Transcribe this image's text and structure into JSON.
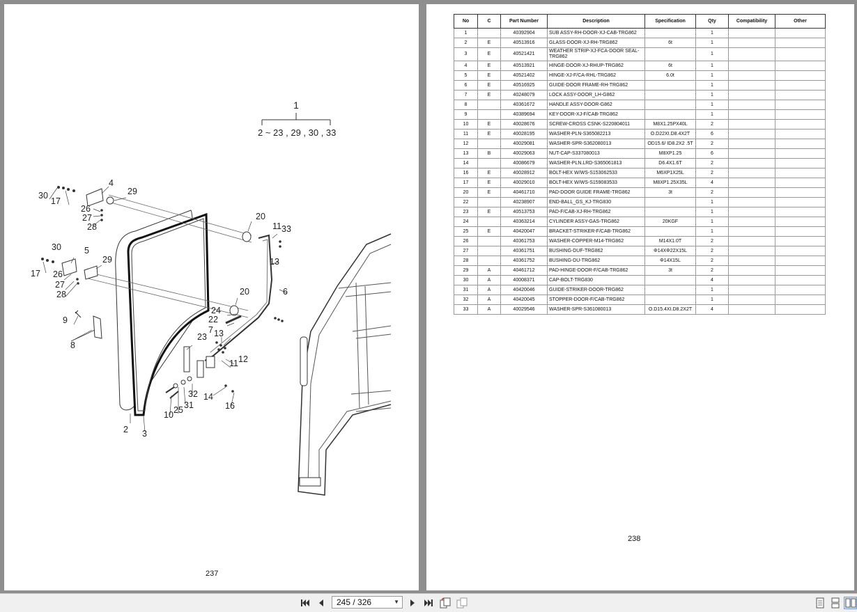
{
  "left_page": {
    "page_number": "237",
    "diagram": {
      "assembly_label": "1",
      "range_label": "2  ~ 23 , 29 , 30 , 33",
      "callouts": {
        "c30a": "30",
        "c17a": "17",
        "c4": "4",
        "c29a": "29",
        "c26a": "26",
        "c27a": "27",
        "c28a": "28",
        "c30b": "30",
        "c5": "5",
        "c29b": "29",
        "c17b": "17",
        "c26b": "26",
        "c27b": "27",
        "c28b": "28",
        "c9": "9",
        "c8": "8",
        "c20a": "20",
        "c11a": "11",
        "c33": "33",
        "c13a": "13",
        "c6": "6",
        "c20b": "20",
        "c24": "24",
        "c22": "22",
        "c7": "7",
        "c13b": "13",
        "c23": "23",
        "c11b": "11",
        "c12": "12",
        "c32": "32",
        "c31": "31",
        "c25": "25",
        "c10": "10",
        "c14": "14",
        "c16": "16",
        "c2": "2",
        "c3": "3"
      }
    }
  },
  "right_page": {
    "page_number": "238",
    "table": {
      "headers": [
        "No",
        "C",
        "Part Number",
        "Description",
        "Specification",
        "Qty",
        "Compatibility",
        "Other"
      ],
      "rows": [
        [
          "1",
          "",
          "40392904",
          "SUB ASSY-RH-DOOR-XJ-CAB-TRG862",
          "",
          "1",
          "",
          ""
        ],
        [
          "2",
          "E",
          "40513916",
          "GLASS-DOOR-XJ-RH-TRG862",
          "6t",
          "1",
          "",
          ""
        ],
        [
          "3",
          "E",
          "40521421",
          "WEATHER STRIP-XJ-FCA-DOOR SEAL-TRG862",
          "",
          "1",
          "",
          ""
        ],
        [
          "4",
          "E",
          "40513921",
          "HINGE-DOOR-XJ-RHUP-TRG862",
          "6t",
          "1",
          "",
          ""
        ],
        [
          "5",
          "E",
          "40521402",
          "HINGE-XJ-F/CA-RHL-TRG862",
          "6.0t",
          "1",
          "",
          ""
        ],
        [
          "6",
          "E",
          "40516925",
          "GUIDE-DOOR FRAME-RH-TRG862",
          "",
          "1",
          "",
          ""
        ],
        [
          "7",
          "E",
          "40248079",
          "LOCK ASSY-DOOR_LH-G862",
          "",
          "1",
          "",
          ""
        ],
        [
          "8",
          "",
          "40361672",
          "HANDLE ASSY-DOOR-G862",
          "",
          "1",
          "",
          ""
        ],
        [
          "9",
          "",
          "40389694",
          "KEY-DOOR-XJ-F/CAB-TRG862",
          "",
          "1",
          "",
          ""
        ],
        [
          "10",
          "E",
          "40028676",
          "SCREW-CROSS CSNK-S220804011",
          "M8X1.25PX40L",
          "2",
          "",
          ""
        ],
        [
          "11",
          "E",
          "40028195",
          "WASHER-PLN-S365082213",
          "O.D22XI.D8.4X2T",
          "6",
          "",
          ""
        ],
        [
          "12",
          "",
          "40029081",
          "WASHER-SPR-S362080013",
          "OD15.6/ ID8.2X2 .5T",
          "2",
          "",
          ""
        ],
        [
          "13",
          "B",
          "40029063",
          "NUT-CAP-S337080013",
          "M8XP1.25",
          "6",
          "",
          ""
        ],
        [
          "14",
          "",
          "40086679",
          "WASHER-PLN.LRD-S365061813",
          "D6.4X1.6T",
          "2",
          "",
          ""
        ],
        [
          "16",
          "E",
          "40028912",
          "BOLT-HEX W/WS-S153062533",
          "M6XP1X25L",
          "2",
          "",
          ""
        ],
        [
          "17",
          "E",
          "40029010",
          "BOLT-HEX W/WS-S159083533",
          "M8XP1.25X35L",
          "4",
          "",
          ""
        ],
        [
          "20",
          "E",
          "40461710",
          "PAD-DOOR GUIDE FRAME-TRG862",
          "3t",
          "2",
          "",
          ""
        ],
        [
          "22",
          "",
          "40238907",
          "END-BALL_GS_KJ-TRG830",
          "",
          "1",
          "",
          ""
        ],
        [
          "23",
          "E",
          "40513753",
          "PAD-F/CAB-XJ-RH-TRG862",
          "",
          "1",
          "",
          ""
        ],
        [
          "24",
          "",
          "40363214",
          "CYLINDER ASSY-GAS-TRG862",
          "20KGF",
          "1",
          "",
          ""
        ],
        [
          "25",
          "E",
          "40420047",
          "BRACKET-STRIKER-F/CAB-TRG862",
          "",
          "1",
          "",
          ""
        ],
        [
          "26",
          "",
          "40361753",
          "WASHER-COPPER-M14-TRG862",
          "M14X1.0T",
          "2",
          "",
          ""
        ],
        [
          "27",
          "",
          "40361751",
          "BUSHING-DUF-TRG862",
          "Φ14XΦ22X15L",
          "2",
          "",
          ""
        ],
        [
          "28",
          "",
          "40361752",
          "BUSHING-DU-TRG862",
          "Φ14X15L",
          "2",
          "",
          ""
        ],
        [
          "29",
          "A",
          "40461712",
          "PAD-HINGE-DOOR-F/CAB-TRG862",
          "3t",
          "2",
          "",
          ""
        ],
        [
          "30",
          "A",
          "40008371",
          "CAP-BOLT-TRG830",
          "",
          "4",
          "",
          ""
        ],
        [
          "31",
          "A",
          "40420046",
          "GUIDE-STRIKER-DOOR-TRG862",
          "",
          "1",
          "",
          ""
        ],
        [
          "32",
          "A",
          "40420045",
          "STOPPER-DOOR-F/CAB-TRG862",
          "",
          "1",
          "",
          ""
        ],
        [
          "33",
          "A",
          "40029546",
          "WASHER-SPR-S361080013",
          "O.D15.4XI.D8.2X2T",
          "4",
          "",
          ""
        ]
      ]
    }
  },
  "toolbar": {
    "page_indicator": "245 / 326",
    "first_icon": "first-page-icon",
    "prev_icon": "previous-page-icon",
    "next_icon": "next-page-icon",
    "last_icon": "last-page-icon"
  }
}
